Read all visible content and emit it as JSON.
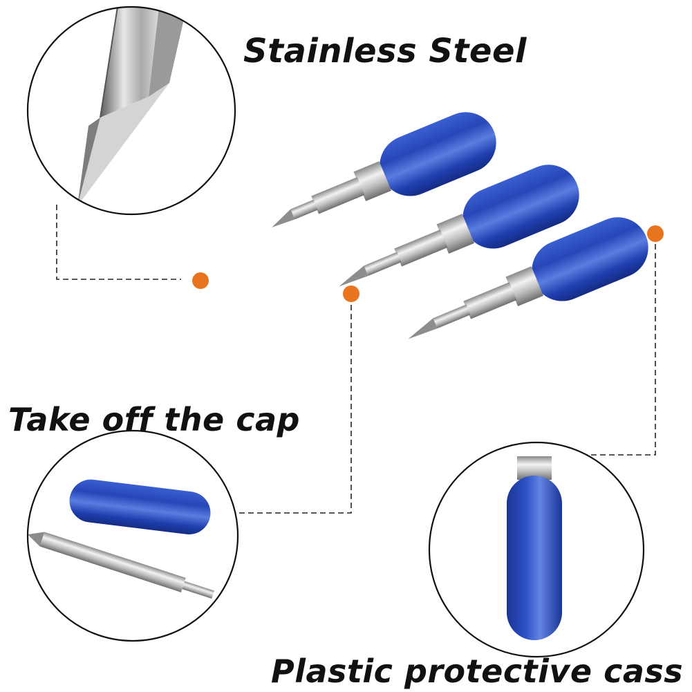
{
  "labels": {
    "stainless_steel": "Stainless Steel",
    "take_off_cap": "Take off the cap",
    "plastic_case": "Plastic protective cass"
  },
  "colors": {
    "cap_blue": "#1f3fae",
    "cap_highlight": "#4c6fd6",
    "marker_orange": "#e8741e",
    "steel": "#c8c8c8",
    "circle_border": "#111111"
  },
  "icons": {
    "blade": "blade-icon",
    "marker": "marker-dot-icon"
  }
}
